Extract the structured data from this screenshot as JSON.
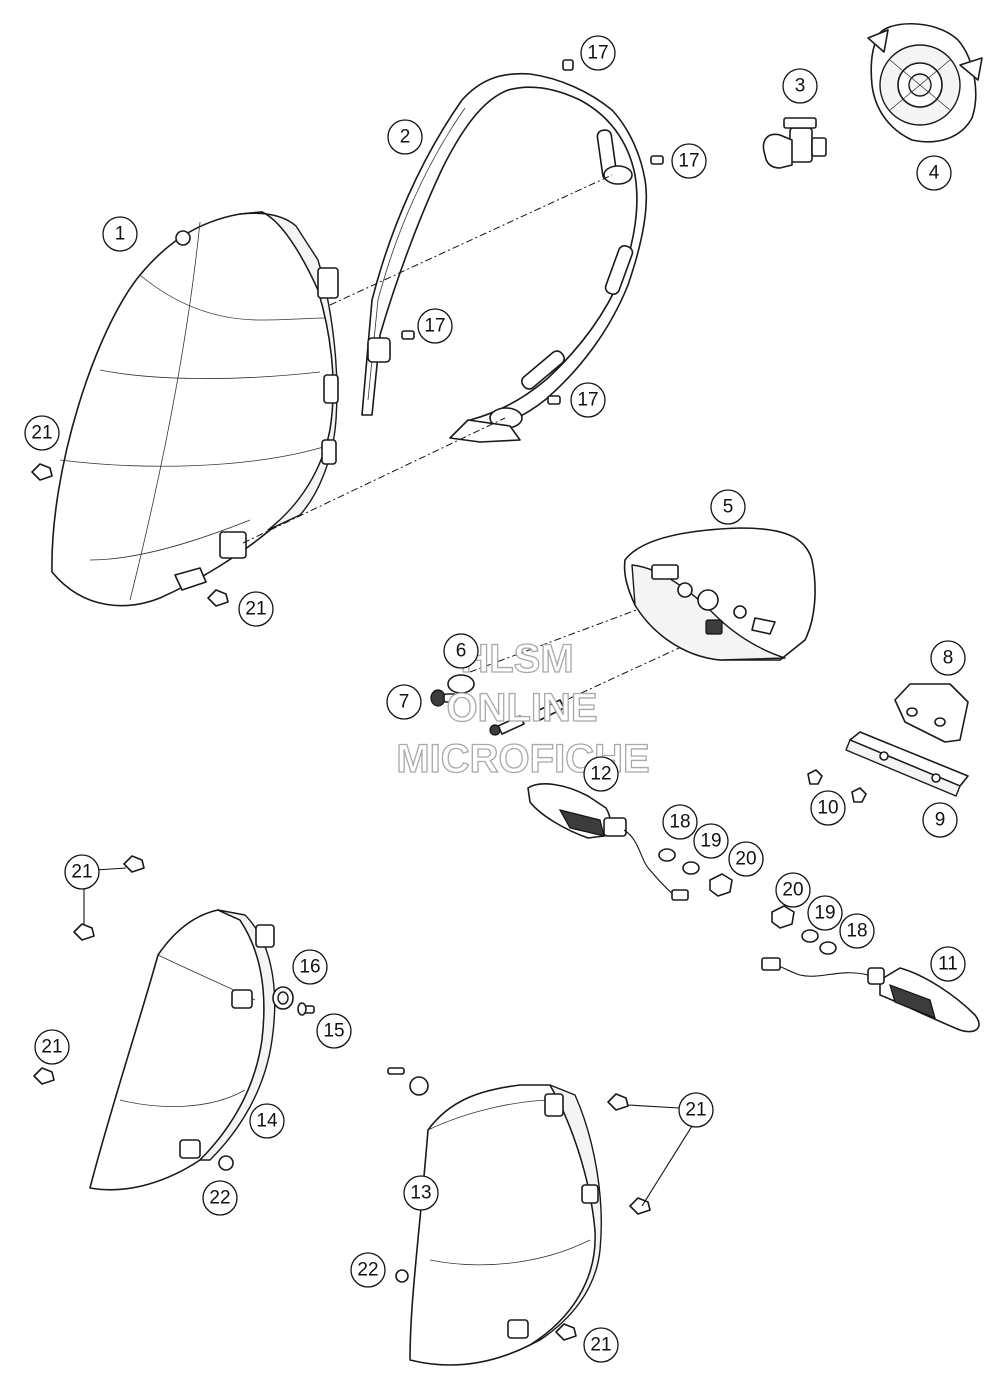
{
  "watermark": {
    "line1": "HLSM",
    "line2": "ONLINE",
    "line3": "MICROFICHE"
  },
  "callouts": [
    {
      "id": "c1",
      "label": "1"
    },
    {
      "id": "c2",
      "label": "2"
    },
    {
      "id": "c3",
      "label": "3"
    },
    {
      "id": "c4",
      "label": "4"
    },
    {
      "id": "c5",
      "label": "5"
    },
    {
      "id": "c6",
      "label": "6"
    },
    {
      "id": "c7",
      "label": "7"
    },
    {
      "id": "c8",
      "label": "8"
    },
    {
      "id": "c9",
      "label": "9"
    },
    {
      "id": "c10",
      "label": "10"
    },
    {
      "id": "c11",
      "label": "11"
    },
    {
      "id": "c12",
      "label": "12"
    },
    {
      "id": "c13",
      "label": "13"
    },
    {
      "id": "c14",
      "label": "14"
    },
    {
      "id": "c15",
      "label": "15"
    },
    {
      "id": "c16",
      "label": "16"
    },
    {
      "id": "c17a",
      "label": "17"
    },
    {
      "id": "c17b",
      "label": "17"
    },
    {
      "id": "c17c",
      "label": "17"
    },
    {
      "id": "c17d",
      "label": "17"
    },
    {
      "id": "c18a",
      "label": "18"
    },
    {
      "id": "c18b",
      "label": "18"
    },
    {
      "id": "c19a",
      "label": "19"
    },
    {
      "id": "c19b",
      "label": "19"
    },
    {
      "id": "c20a",
      "label": "20"
    },
    {
      "id": "c20b",
      "label": "20"
    },
    {
      "id": "c21a",
      "label": "21"
    },
    {
      "id": "c21b",
      "label": "21"
    },
    {
      "id": "c21c",
      "label": "21"
    },
    {
      "id": "c21d",
      "label": "21"
    },
    {
      "id": "c21e",
      "label": "21"
    },
    {
      "id": "c21f",
      "label": "21"
    },
    {
      "id": "c22a",
      "label": "22"
    },
    {
      "id": "c22b",
      "label": "22"
    }
  ]
}
